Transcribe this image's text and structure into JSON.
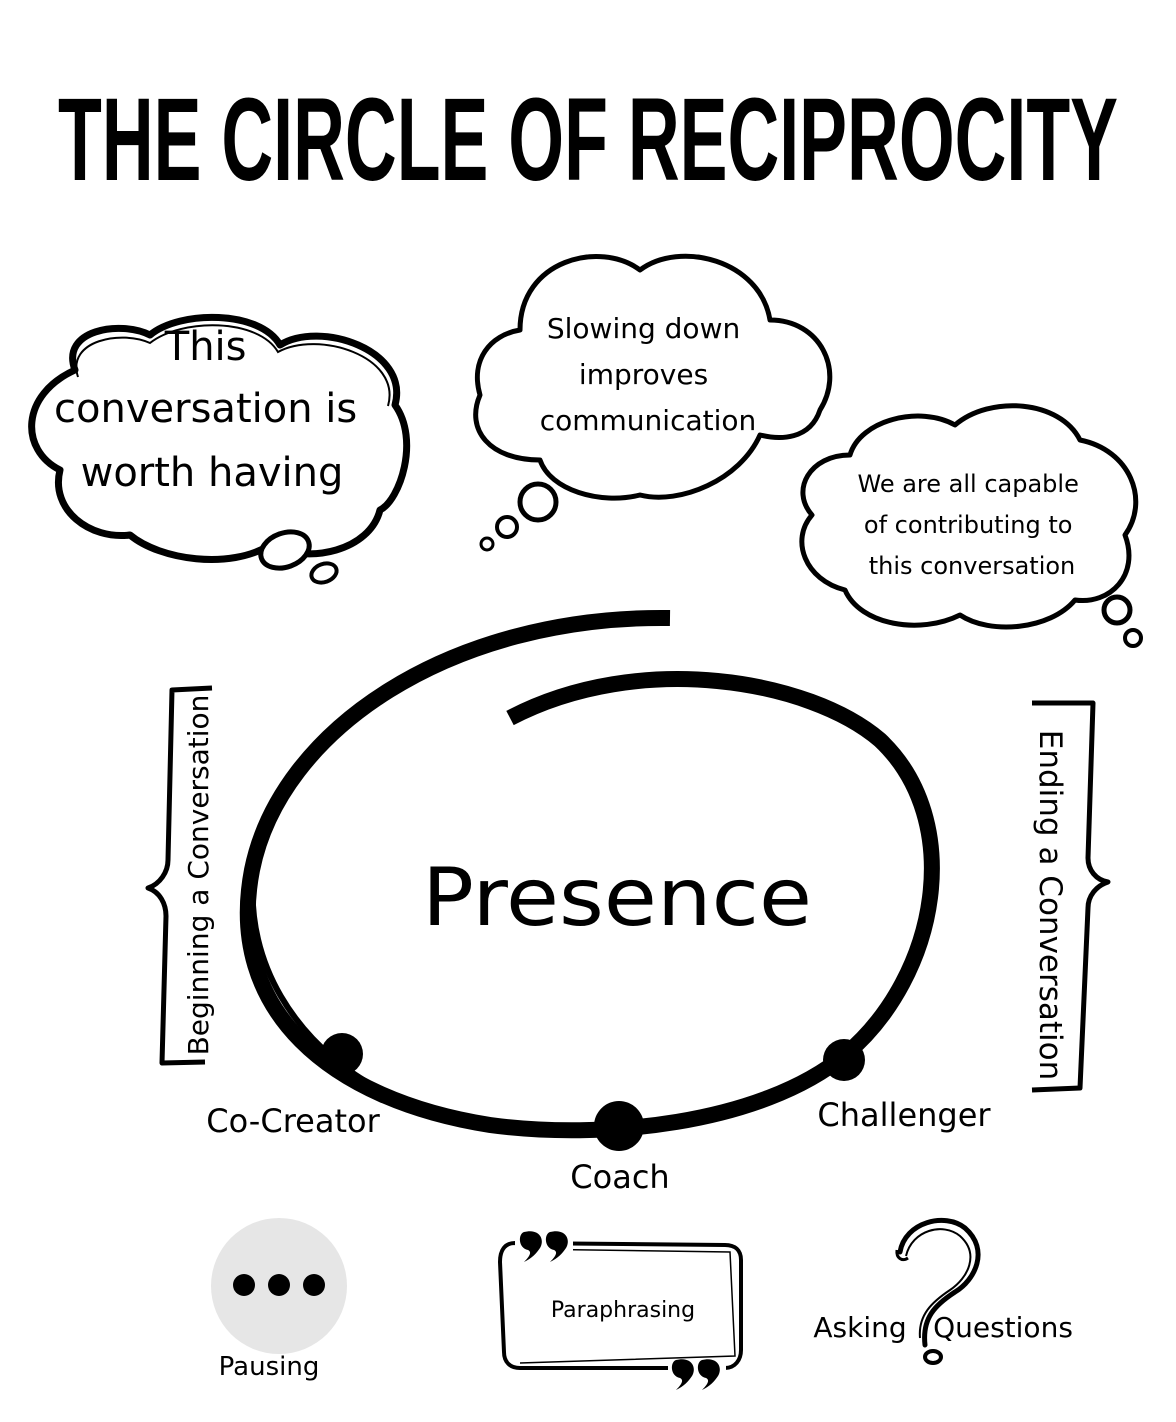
{
  "title": "THE CIRCLE OF RECIPROCITY",
  "thoughts": {
    "left": [
      "This",
      "conversation is",
      "worth having"
    ],
    "middle": [
      "Slowing down",
      "improves",
      "communication"
    ],
    "right": [
      "We are all capable",
      "of contributing to",
      "this conversation"
    ]
  },
  "center_label": "Presence",
  "side_labels": {
    "left": "Beginning a Conversation",
    "right": "Ending a Conversation"
  },
  "roles": {
    "co_creator": "Co-Creator",
    "coach": "Coach",
    "challenger": "Challenger"
  },
  "skills": {
    "pausing": "Pausing",
    "paraphrasing": "Paraphrasing",
    "asking": "Asking",
    "questions": "Questions"
  },
  "colors": {
    "ink": "#000000",
    "pause_circle": "#e6e6e6",
    "background": "#ffffff"
  },
  "icons": [
    "ellipsis-icon",
    "quote-open-icon",
    "quote-close-icon",
    "question-mark-icon"
  ]
}
